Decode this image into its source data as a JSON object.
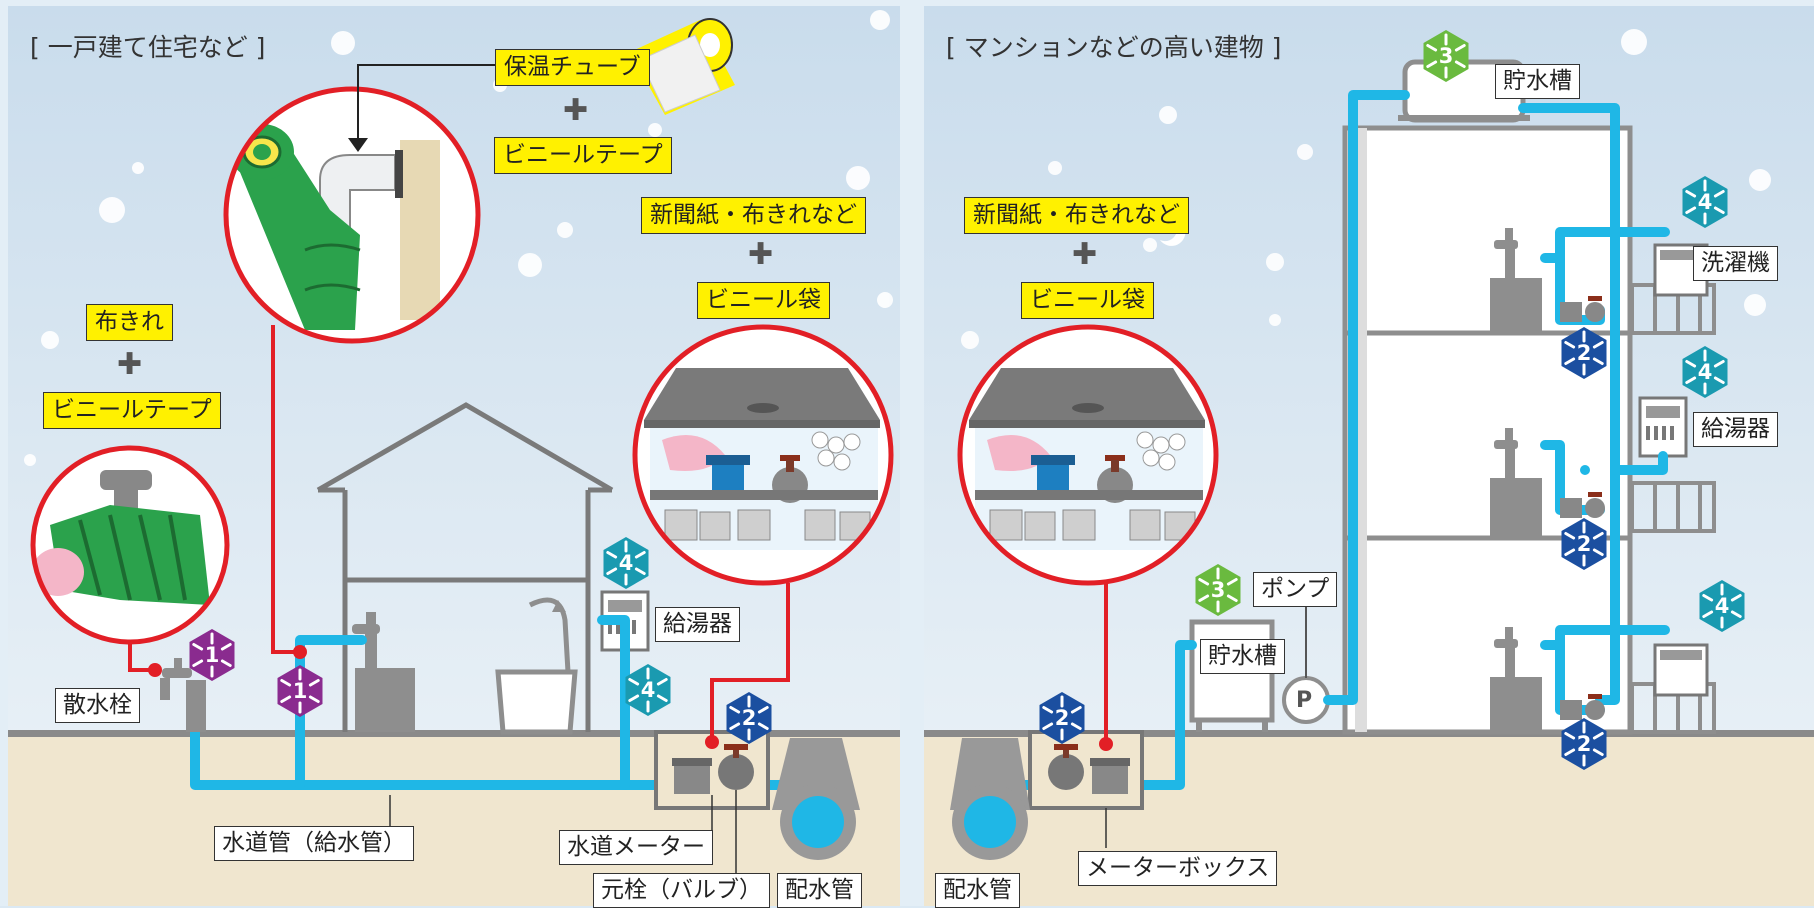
{
  "colors": {
    "sky": "#dbe9f4",
    "ground": "#f0e6cf",
    "pipe": "#1fb7e6",
    "insulation_red": "#e21f26",
    "label_yellow": "#fff100",
    "purple": "#8a2b8f",
    "teal": "#1a9ab0",
    "navy": "#1b4fa0",
    "green": "#6aba3f"
  },
  "left_panel": {
    "title": "[ 一戸建て住宅など ]",
    "labels": {
      "insulation_tube": "保温チューブ",
      "vinyl_tape_top": "ビニールテープ",
      "newspaper_cloth": "新聞紙・布きれなど",
      "vinyl_bag": "ビニール袋",
      "cloth": "布きれ",
      "vinyl_tape_left": "ビニールテープ",
      "sprinkler_tap": "散水栓",
      "water_heater": "給湯器",
      "water_pipe": "水道管（給水管）",
      "water_meter": "水道メーター",
      "main_valve": "元栓（バルブ）",
      "distribution_pipe": "配水管"
    },
    "plus_sign": "✚"
  },
  "right_panel": {
    "title": "[ マンションなどの高い建物 ]",
    "labels": {
      "newspaper_cloth": "新聞紙・布きれなど",
      "vinyl_bag": "ビニール袋",
      "roof_tank": "貯水槽",
      "washing_machine": "洗濯機",
      "water_heater": "給湯器",
      "pump": "ポンプ",
      "ground_tank": "貯水槽",
      "meter_box": "メーターボックス",
      "distribution_pipe": "配水管",
      "pump_symbol": "P"
    },
    "plus_sign": "✚"
  },
  "badges": {
    "purple": "1",
    "navy": "2",
    "green": "3",
    "teal": "4"
  }
}
